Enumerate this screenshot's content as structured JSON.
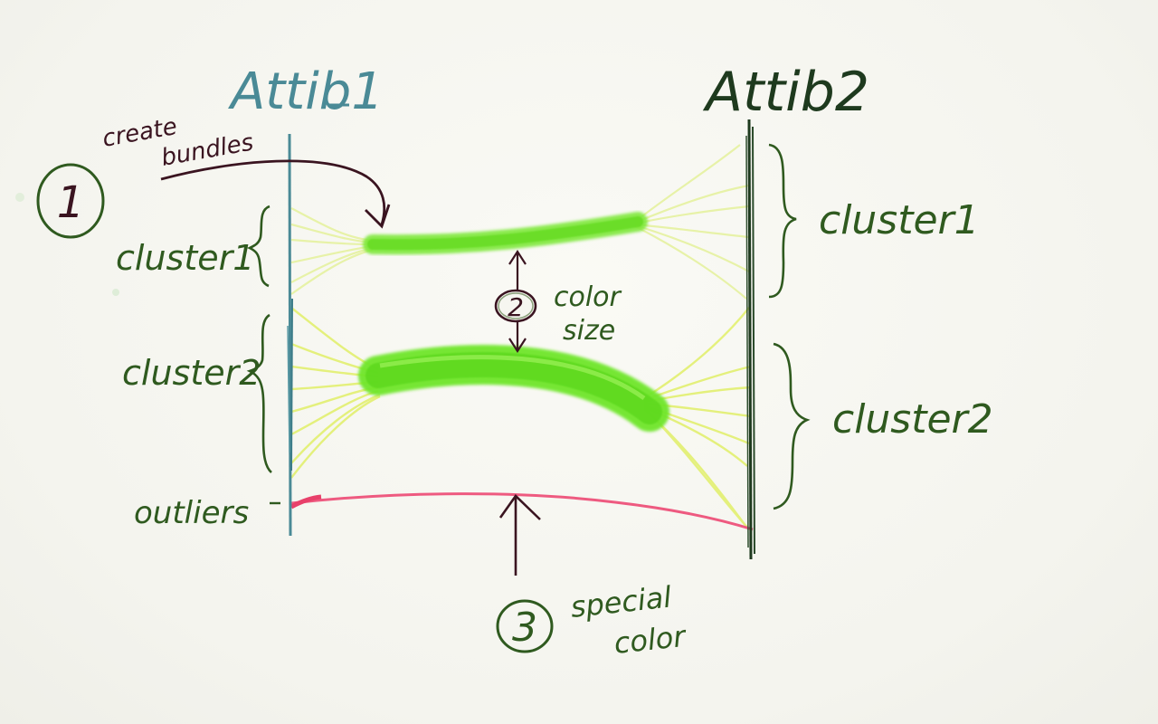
{
  "axes": {
    "left": "Attib1",
    "right": "Attib2"
  },
  "left_labels": {
    "cluster1": "cluster1",
    "cluster2": "cluster2",
    "outliers": "outliers"
  },
  "right_labels": {
    "cluster1": "cluster1",
    "cluster2": "cluster2"
  },
  "annotations": {
    "step1_number": "1",
    "step1_line1": "create",
    "step1_line2": "bundles",
    "step2_number": "2",
    "step2_line1": "color",
    "step2_line2": "size",
    "step3_number": "3",
    "step3_line1": "special",
    "step3_line2": "color"
  },
  "colors": {
    "left_axis": "#4a8a96",
    "right_axis": "#1e3a1e",
    "label_green": "#2f5a1f",
    "annotation_dark": "#3a1420",
    "bundle_green": "#6ee62a",
    "fiber_yellow": "#e4f27a",
    "outlier_pink": "#ee5a80"
  }
}
